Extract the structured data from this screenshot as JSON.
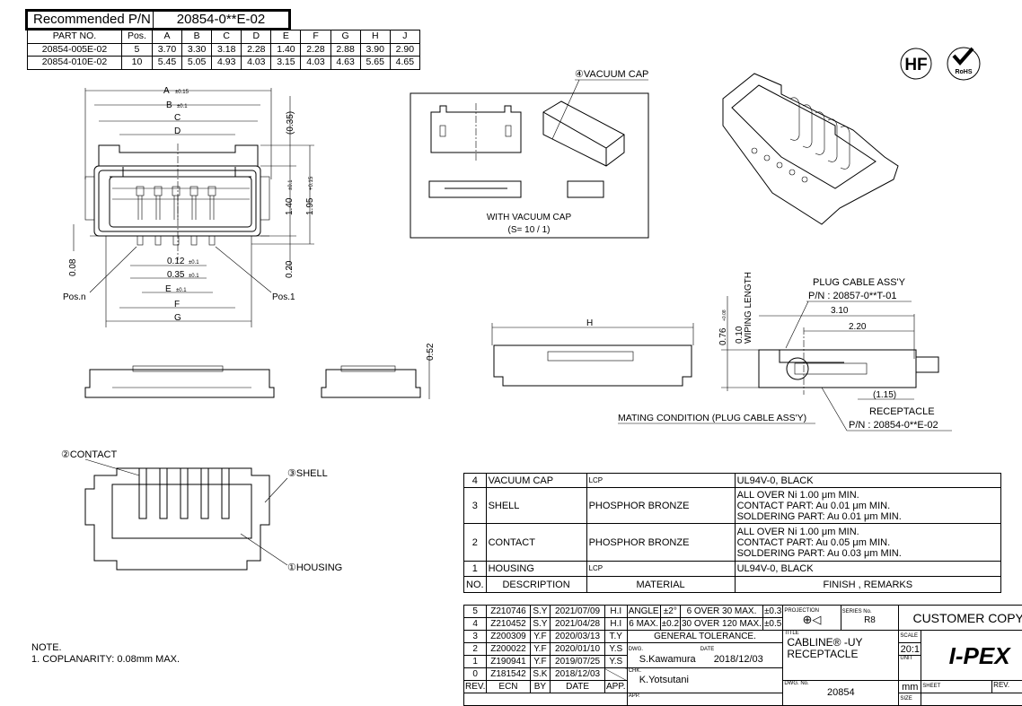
{
  "recommended": {
    "label": "Recommended P/N",
    "value": "20854-0**E-02"
  },
  "parts_table": {
    "headers": [
      "PART NO.",
      "Pos.",
      "A",
      "B",
      "C",
      "D",
      "E",
      "F",
      "G",
      "H",
      "J"
    ],
    "rows": [
      [
        "20854-005E-02",
        "5",
        "3.70",
        "3.30",
        "3.18",
        "2.28",
        "1.40",
        "2.28",
        "2.88",
        "3.90",
        "2.90"
      ],
      [
        "20854-010E-02",
        "10",
        "5.45",
        "5.05",
        "4.93",
        "4.03",
        "3.15",
        "4.03",
        "4.63",
        "5.65",
        "4.65"
      ]
    ]
  },
  "marks": {
    "hf": "HF",
    "rohs": "RoHS"
  },
  "front_view": {
    "A": "A",
    "A_tol": "±0.15",
    "B": "B",
    "B_tol": "±0.1",
    "C": "C",
    "D": "D",
    "d035": "(0.35)",
    "d140": "1.40",
    "d140_tol": "±0.1",
    "d195": "1.95",
    "d195_tol": "+0.15",
    "d008": "0.08",
    "d020": "0.20",
    "d012": "0.12",
    "d012_tol": "±0.1",
    "d035b": "0.35",
    "d035b_tol": "±0.1",
    "E": "E",
    "E_tol": "±0.1",
    "F": "F",
    "G": "G",
    "pos_n": "Pos.n",
    "pos_1": "Pos.1"
  },
  "vacuum": {
    "callout": "④VACUUM CAP",
    "caption": "WITH VACUUM CAP",
    "scale": "(S= 10 / 1)"
  },
  "side": {
    "d052": "0.52",
    "H": "H"
  },
  "mating": {
    "plug_label": "PLUG CABLE ASS'Y",
    "plug_pn": "P/N : 20857-0**T-01",
    "d310": "3.10",
    "d220": "2.20",
    "d076": "0.76",
    "d076_tol": "+0.08",
    "d010": "0.10",
    "wiping": "WIPING LENGTH",
    "d115": "(1.15)",
    "receptacle_label": "RECEPTACLE",
    "receptacle_pn": "P/N : 20854-0**E-02",
    "condition": "MATING CONDITION (PLUG CABLE ASS'Y)"
  },
  "detail": {
    "contact": "②CONTACT",
    "shell": "③SHELL",
    "housing": "①HOUSING"
  },
  "materials": {
    "rows": [
      {
        "no": "4",
        "desc": "VACUUM CAP",
        "material": "LCP",
        "finish": [
          "UL94V-0, BLACK"
        ]
      },
      {
        "no": "3",
        "desc": "SHELL",
        "material": "PHOSPHOR BRONZE",
        "finish": [
          "ALL OVER Ni 1.00 μm MIN.",
          "CONTACT PART: Au 0.01 μm MIN.",
          "SOLDERING PART: Au 0.01 μm MIN."
        ]
      },
      {
        "no": "2",
        "desc": "CONTACT",
        "material": "PHOSPHOR BRONZE",
        "finish": [
          "ALL OVER Ni 1.00 μm MIN.",
          "CONTACT PART: Au 0.05 μm MIN.",
          "SOLDERING PART: Au 0.03 μm MIN."
        ]
      },
      {
        "no": "1",
        "desc": "HOUSING",
        "material": "LCP",
        "finish": [
          "UL94V-0, BLACK"
        ]
      }
    ],
    "headers": [
      "NO.",
      "DESCRIPTION",
      "MATERIAL",
      "FINISH , REMARKS"
    ]
  },
  "revisions": {
    "headers": [
      "REV.",
      "ECN",
      "BY",
      "DATE",
      "APP."
    ],
    "rows": [
      [
        "5",
        "Z210746",
        "S.Y",
        "2021/07/09",
        "H.I"
      ],
      [
        "4",
        "Z210452",
        "S.Y",
        "2021/04/28",
        "H.I"
      ],
      [
        "3",
        "Z200309",
        "Y.F",
        "2020/03/13",
        "T.Y"
      ],
      [
        "2",
        "Z200022",
        "Y.F",
        "2020/01/10",
        "Y.S"
      ],
      [
        "1",
        "Z190941",
        "Y.F",
        "2019/07/25",
        "Y.S"
      ],
      [
        "0",
        "Z181542",
        "S.K",
        "2018/12/03",
        ""
      ]
    ]
  },
  "title_block": {
    "angle": "ANGLE",
    "angle_tol": "±2°",
    "r1": "6 OVER 30 MAX.",
    "r1_tol": "±0.3",
    "six_max": "6 MAX.",
    "six_tol": "±0.2",
    "r2": "30 OVER 120 MAX.",
    "r2_tol": "±0.5",
    "general": "GENERAL TOLERANCE.",
    "projection_label": "PROJECTION",
    "series_label": "SERIES No.",
    "series": "R8",
    "customer_copy": "CUSTOMER COPY",
    "title_label": "TITLE",
    "title1": "CABLINE® -UY",
    "title2": "RECEPTACLE",
    "dwg_label": "DWG.",
    "drawn_by": "S.Kawamura",
    "date_label": "DATE",
    "date": "2018/12/03",
    "chk_label": "CHK.",
    "checked_by": "K.Yotsutani",
    "app_label": "APP.",
    "scale_label": "SCALE",
    "scale": "20:1",
    "unit_label": "UNIT",
    "unit": "mm",
    "dwgno_label": "DWG. No.",
    "dwgno": "20854",
    "size_label": "SIZE",
    "sheet_label": "SHEET",
    "rev_label": "REV.",
    "logo": "I-PEX"
  },
  "notes": {
    "title": "NOTE.",
    "items": [
      "1. COPLANARITY: 0.08mm MAX."
    ]
  }
}
